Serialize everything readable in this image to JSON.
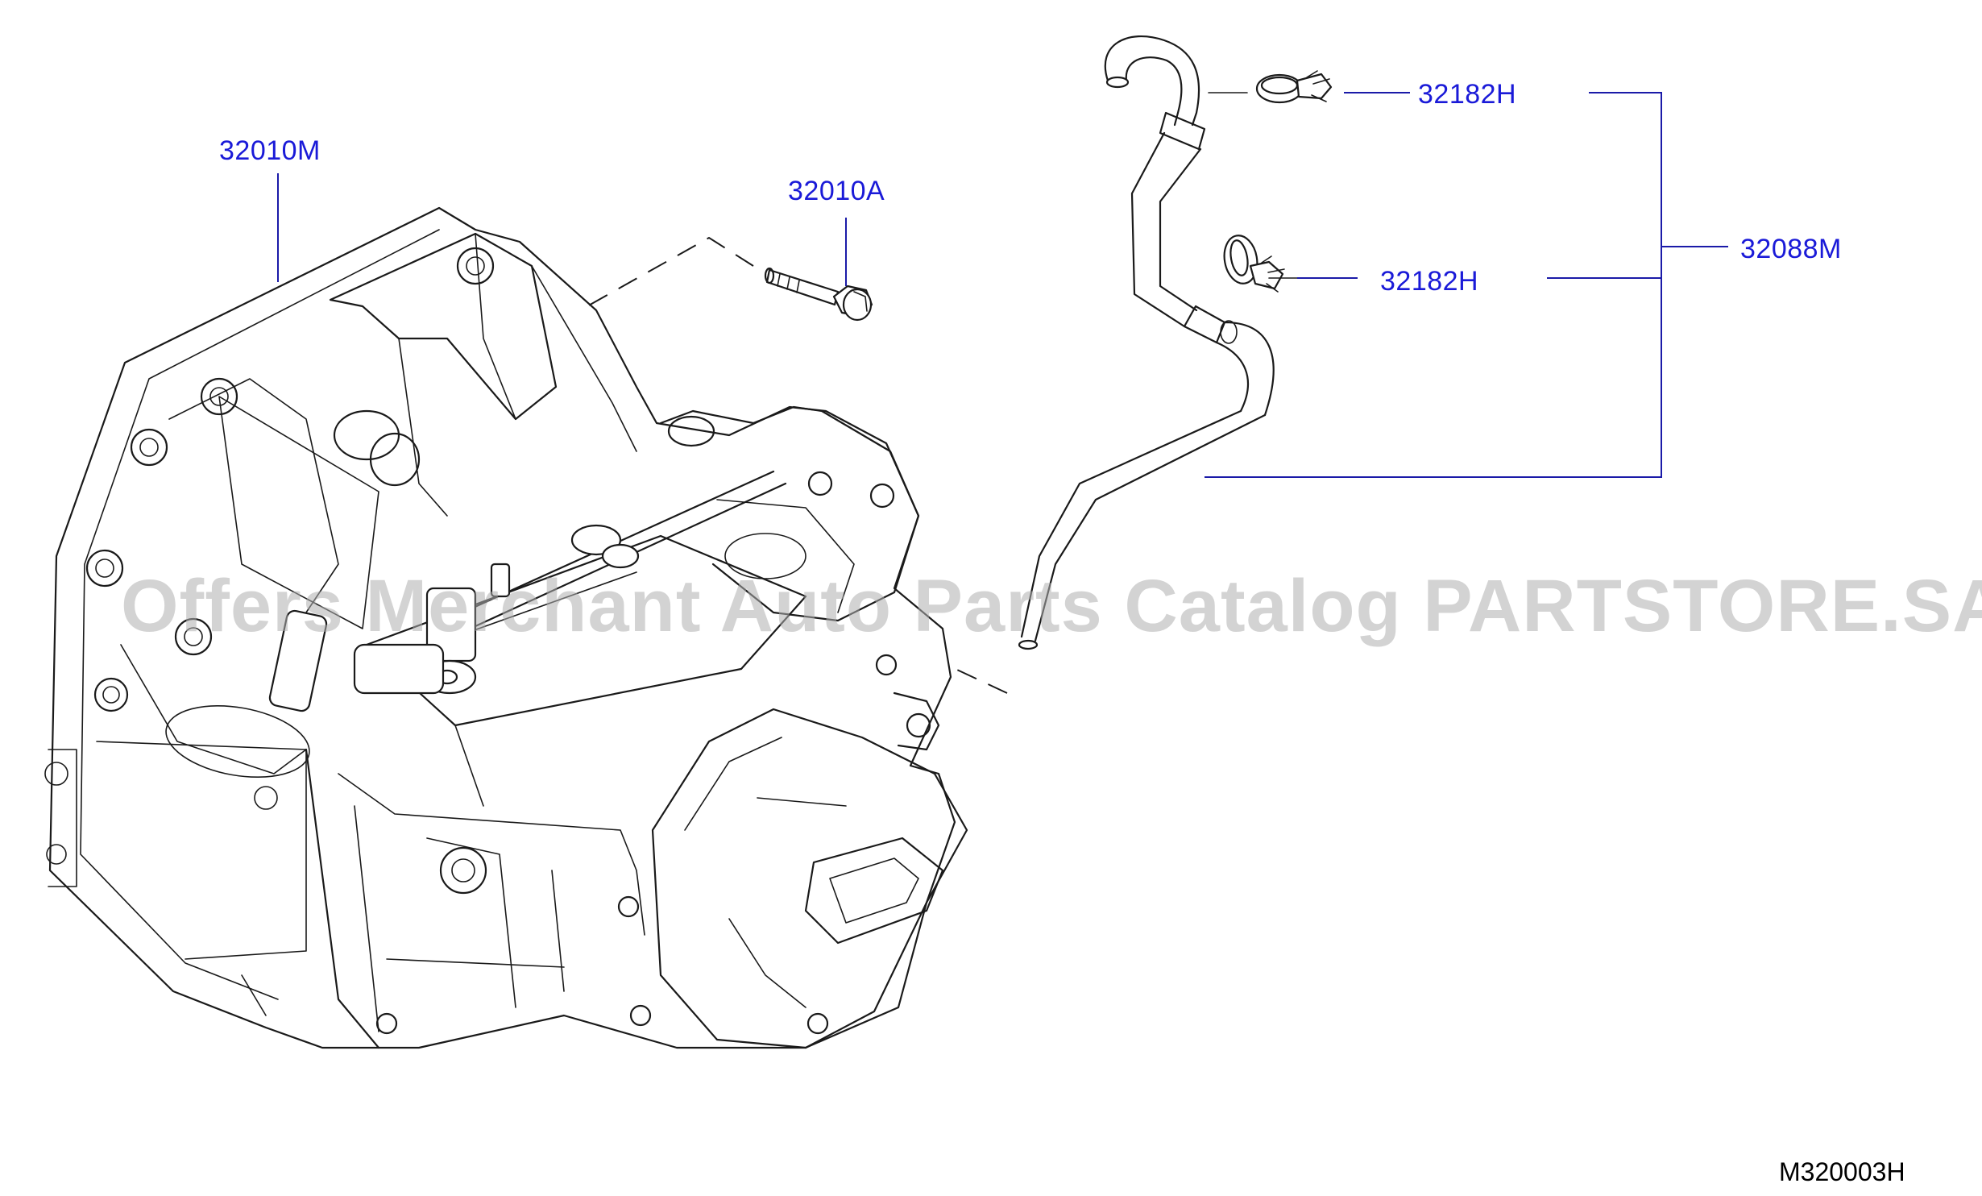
{
  "callouts": {
    "transmission": "32010M",
    "bolt": "32010A",
    "clamp_upper": "32182H",
    "clamp_lower": "32182H",
    "hose_assembly": "32088M"
  },
  "diagram_code": "M320003H",
  "watermark": "Offers Merchant Auto Parts Catalog PARTSTORE.SA",
  "colors": {
    "callout_text": "#1a1ad8",
    "leader_line": "#1a1aa8",
    "drawing_line": "#1a1a1a",
    "watermark": "#afafaf"
  }
}
